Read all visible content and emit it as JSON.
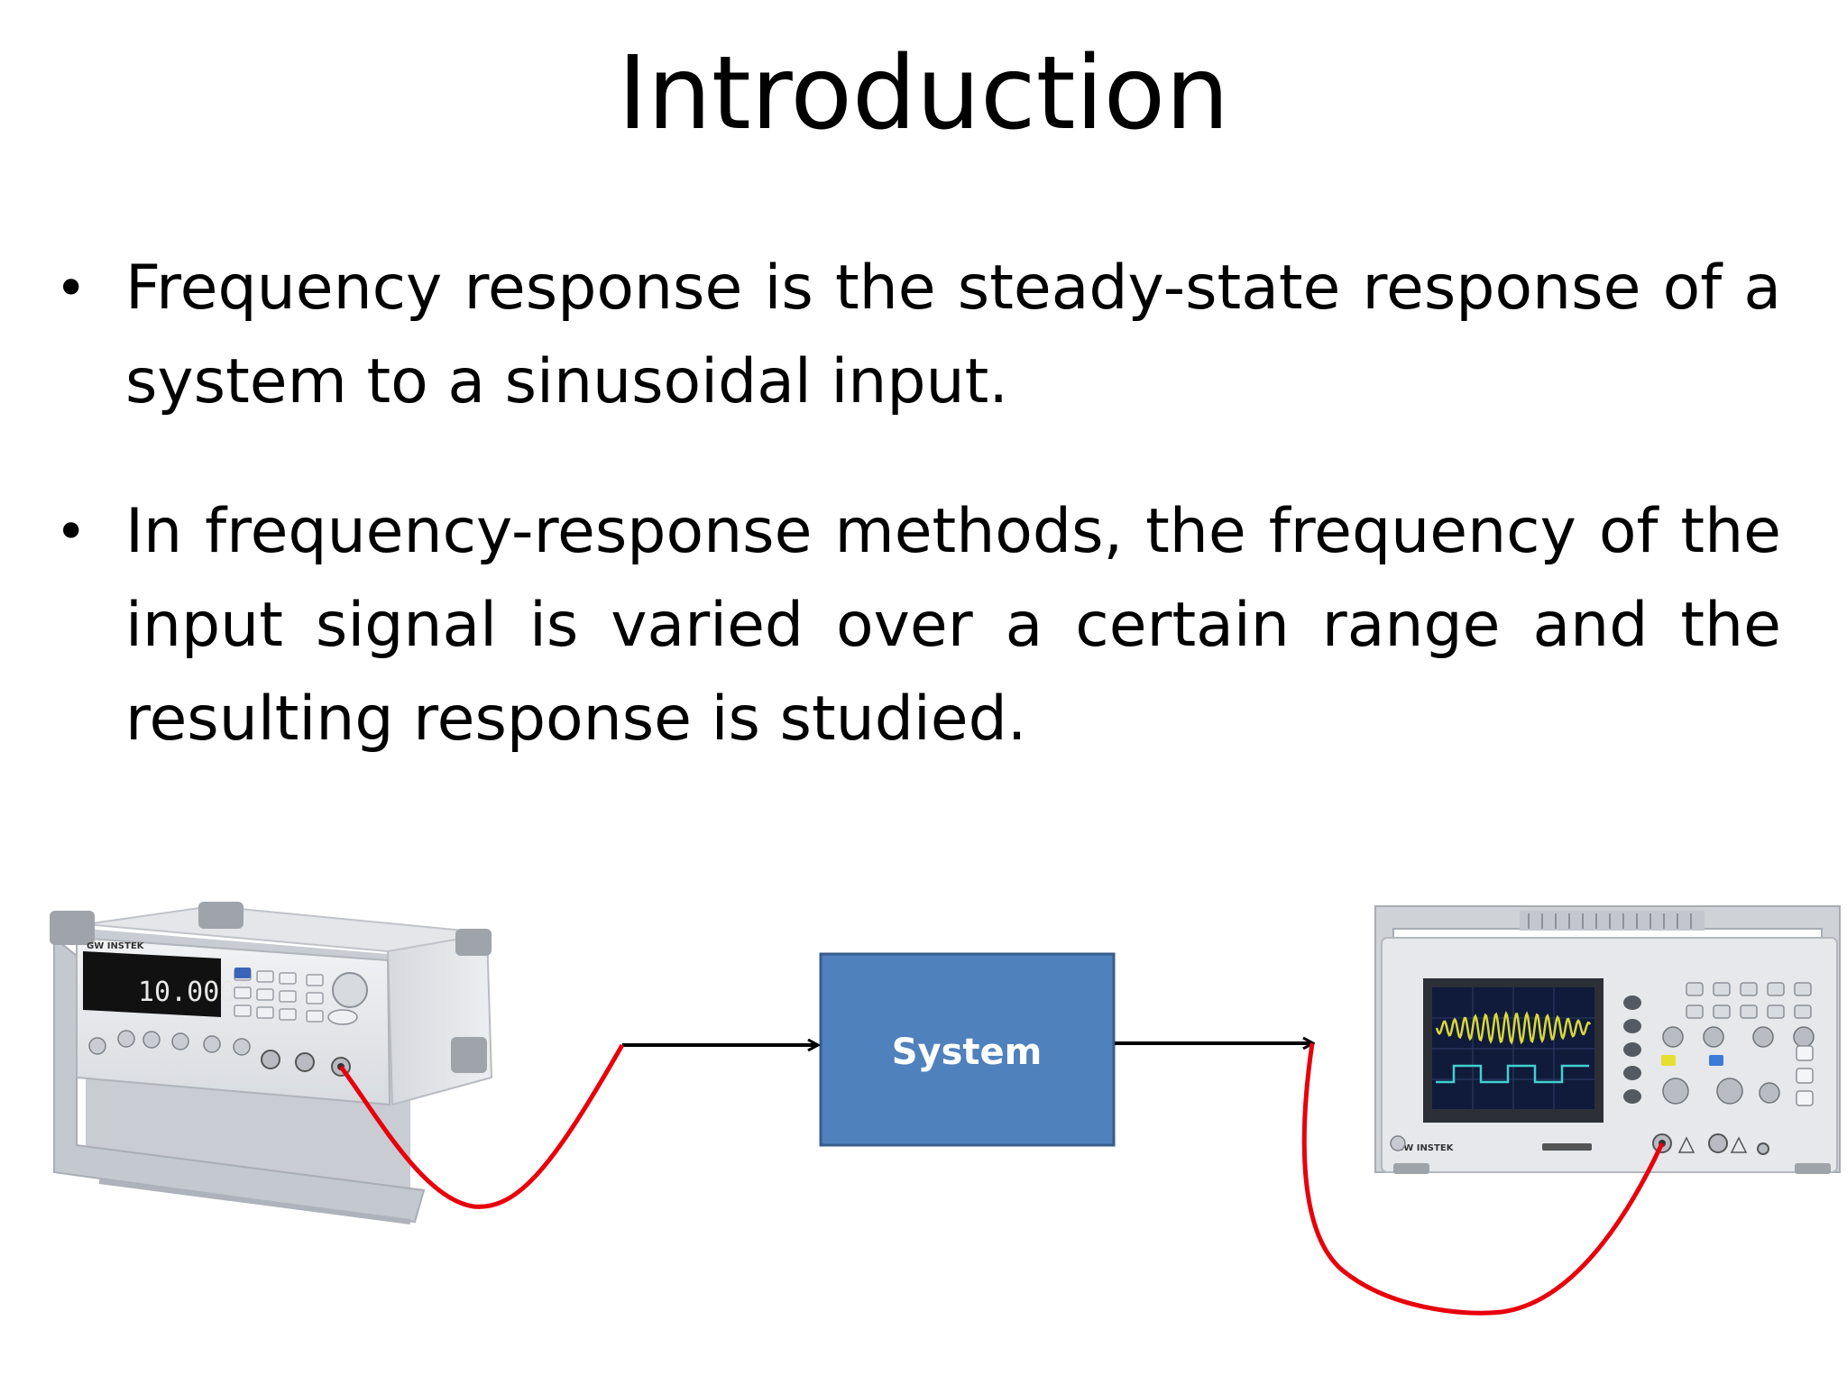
{
  "slide": {
    "title": "Introduction",
    "bullet_glyph": "•",
    "bullets": [
      "Frequency response is the steady-state response of a system to a sinusoidal input.",
      "In frequency-response methods, the frequency of the input signal is varied over a certain range and the resulting response is studied."
    ]
  },
  "diagram": {
    "system_label": "System",
    "generator_display": "10.0000",
    "generator_brand": "GW INSTEK",
    "scope_brand": "GW INSTEK",
    "colors": {
      "system_box": "#4f81bd",
      "system_border": "#385d8a",
      "cable": "#e8000b",
      "arrow": "#000000",
      "display_digits": "#e8e8e8",
      "scope_trace_top": "#d8d838",
      "scope_trace_bottom": "#40d0d0"
    }
  }
}
